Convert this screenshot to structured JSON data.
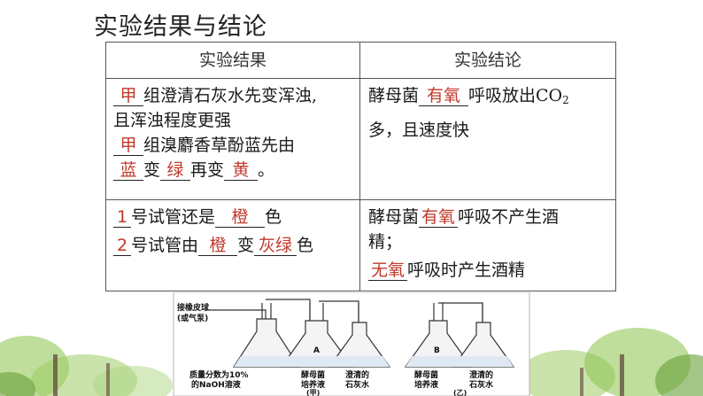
{
  "title": "实验结果与结论",
  "table": {
    "col1_header": "实验结果",
    "col2_header": "实验结论",
    "r1c1": {
      "a1": "甲",
      "t1": "组澄清石灰水先变浑浊,",
      "t2": "且浑浊程度更强",
      "a2": "甲",
      "t3": "组溴麝香草酚蓝先由",
      "a3": "蓝",
      "t4": "变",
      "a4": "绿",
      "t5": "再变",
      "a5": "黄",
      "t6": "。"
    },
    "r1c2": {
      "t1": "酵母菌",
      "a1": "有氧",
      "t2": "呼吸放出CO",
      "sub": "2",
      "t3": "多，且速度快"
    },
    "r2c1": {
      "a1": "1",
      "t1": "号试管还是",
      "a2": "橙",
      "t2": "色",
      "a3": "2",
      "t3": "号试管由",
      "a4": "橙",
      "t4": "变",
      "a5": "灰绿",
      "t5": "色"
    },
    "r2c2": {
      "t1": "酵母菌",
      "a1": "有氧",
      "t2": "呼吸不产生酒",
      "t3": "精；",
      "a2": "无氧",
      "t4": "呼吸时产生酒精"
    }
  },
  "figure": {
    "pump_label1": "接橡皮球",
    "pump_label2": "(或气泵)",
    "flask_labels": [
      "A",
      "B"
    ],
    "naoh_label1": "质量分数为10%",
    "naoh_label2": "的NaOH溶液",
    "yeast1": "酵母菌",
    "yeast2": "培养液",
    "lime1": "澄清的",
    "lime2": "石灰水",
    "yeast3": "酵母菌",
    "yeast4": "培养液",
    "lime3": "澄清的",
    "lime4": "石灰水",
    "group_jia": "(甲)",
    "group_yi": "(乙)"
  },
  "colors": {
    "answer": "#c0392b",
    "border": "#555555",
    "foliage": "#7cb342"
  }
}
